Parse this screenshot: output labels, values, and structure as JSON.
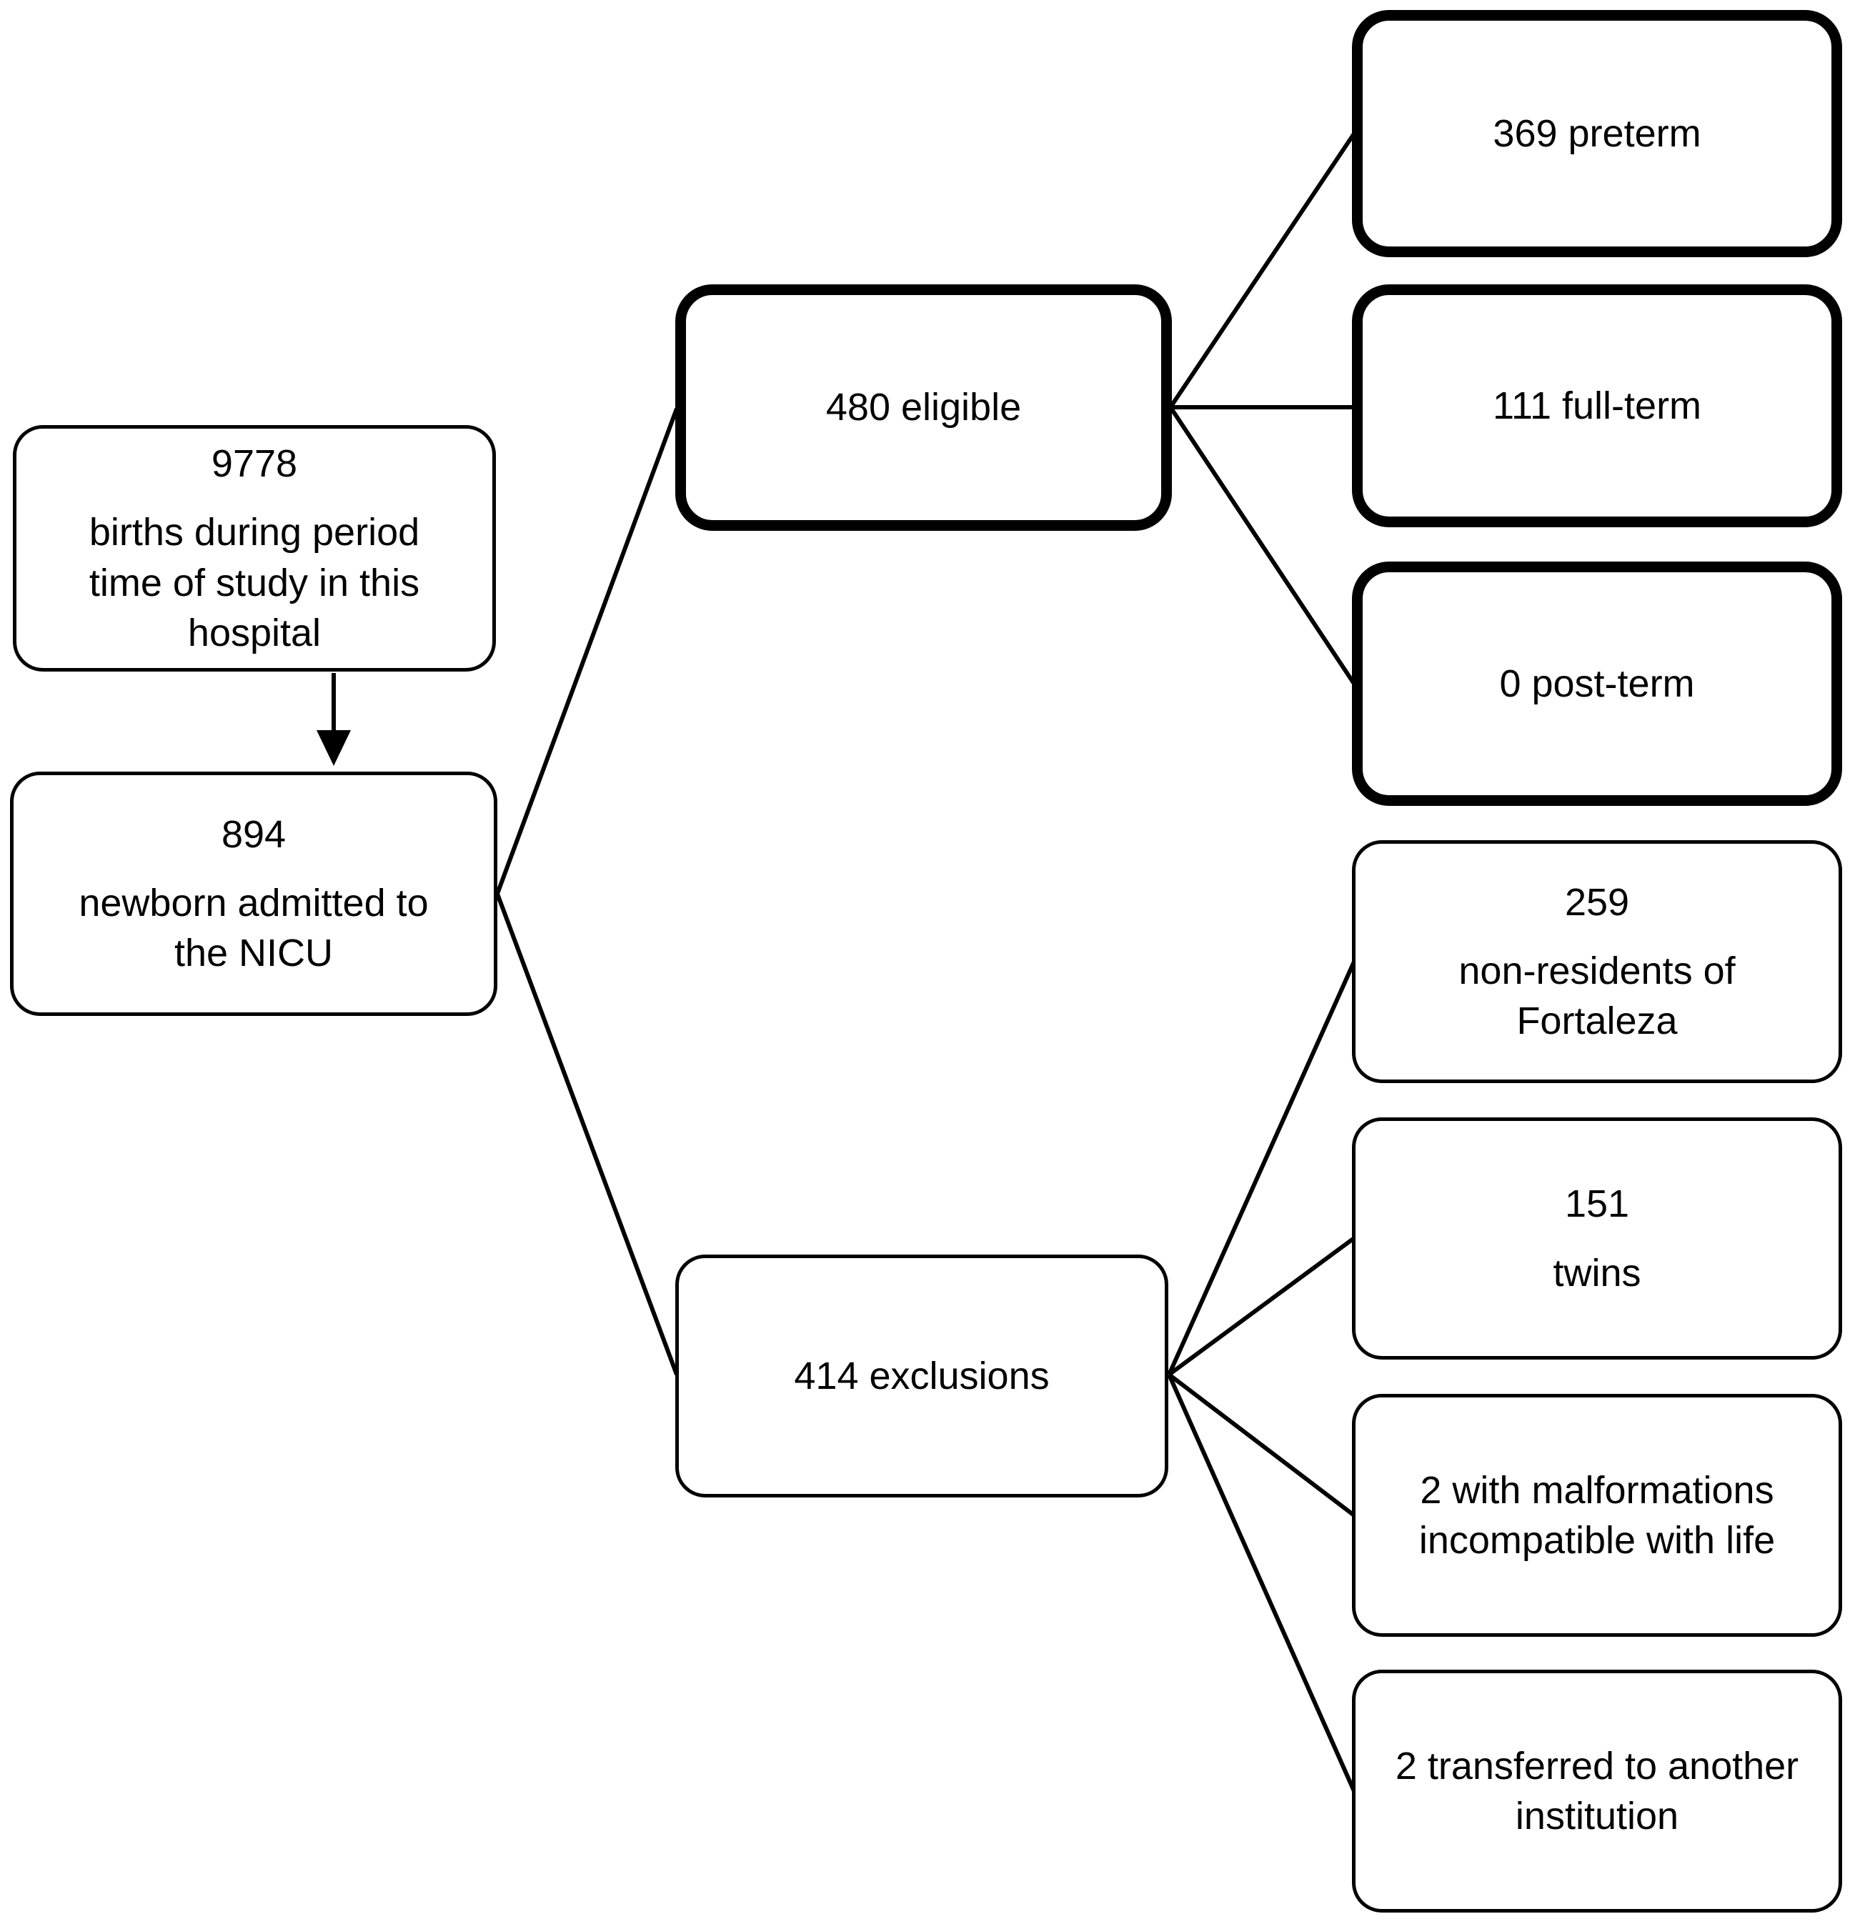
{
  "canvas": {
    "background": "#ffffff",
    "line_color": "#000000",
    "text_color": "#000000"
  },
  "boxes": {
    "births": {
      "number": "9778",
      "label": "births during period\ntime of study in this\nhospital"
    },
    "admitted": {
      "number": "894",
      "label": "newborn admitted to\nthe NICU"
    },
    "eligible": {
      "label": "480 eligible"
    },
    "preterm": {
      "label": "369 preterm"
    },
    "fullterm": {
      "label": "111 full-term"
    },
    "postterm": {
      "label": "0 post-term"
    },
    "exclusions": {
      "label": "414 exclusions"
    },
    "nonresidents": {
      "number": "259",
      "label": "non-residents of\nFortaleza"
    },
    "twins": {
      "number": "151",
      "label": "twins"
    },
    "malformations": {
      "label": "2 with malformations\nincompatible with life"
    },
    "transferred": {
      "label": "2 transferred to another\ninstitution"
    }
  }
}
